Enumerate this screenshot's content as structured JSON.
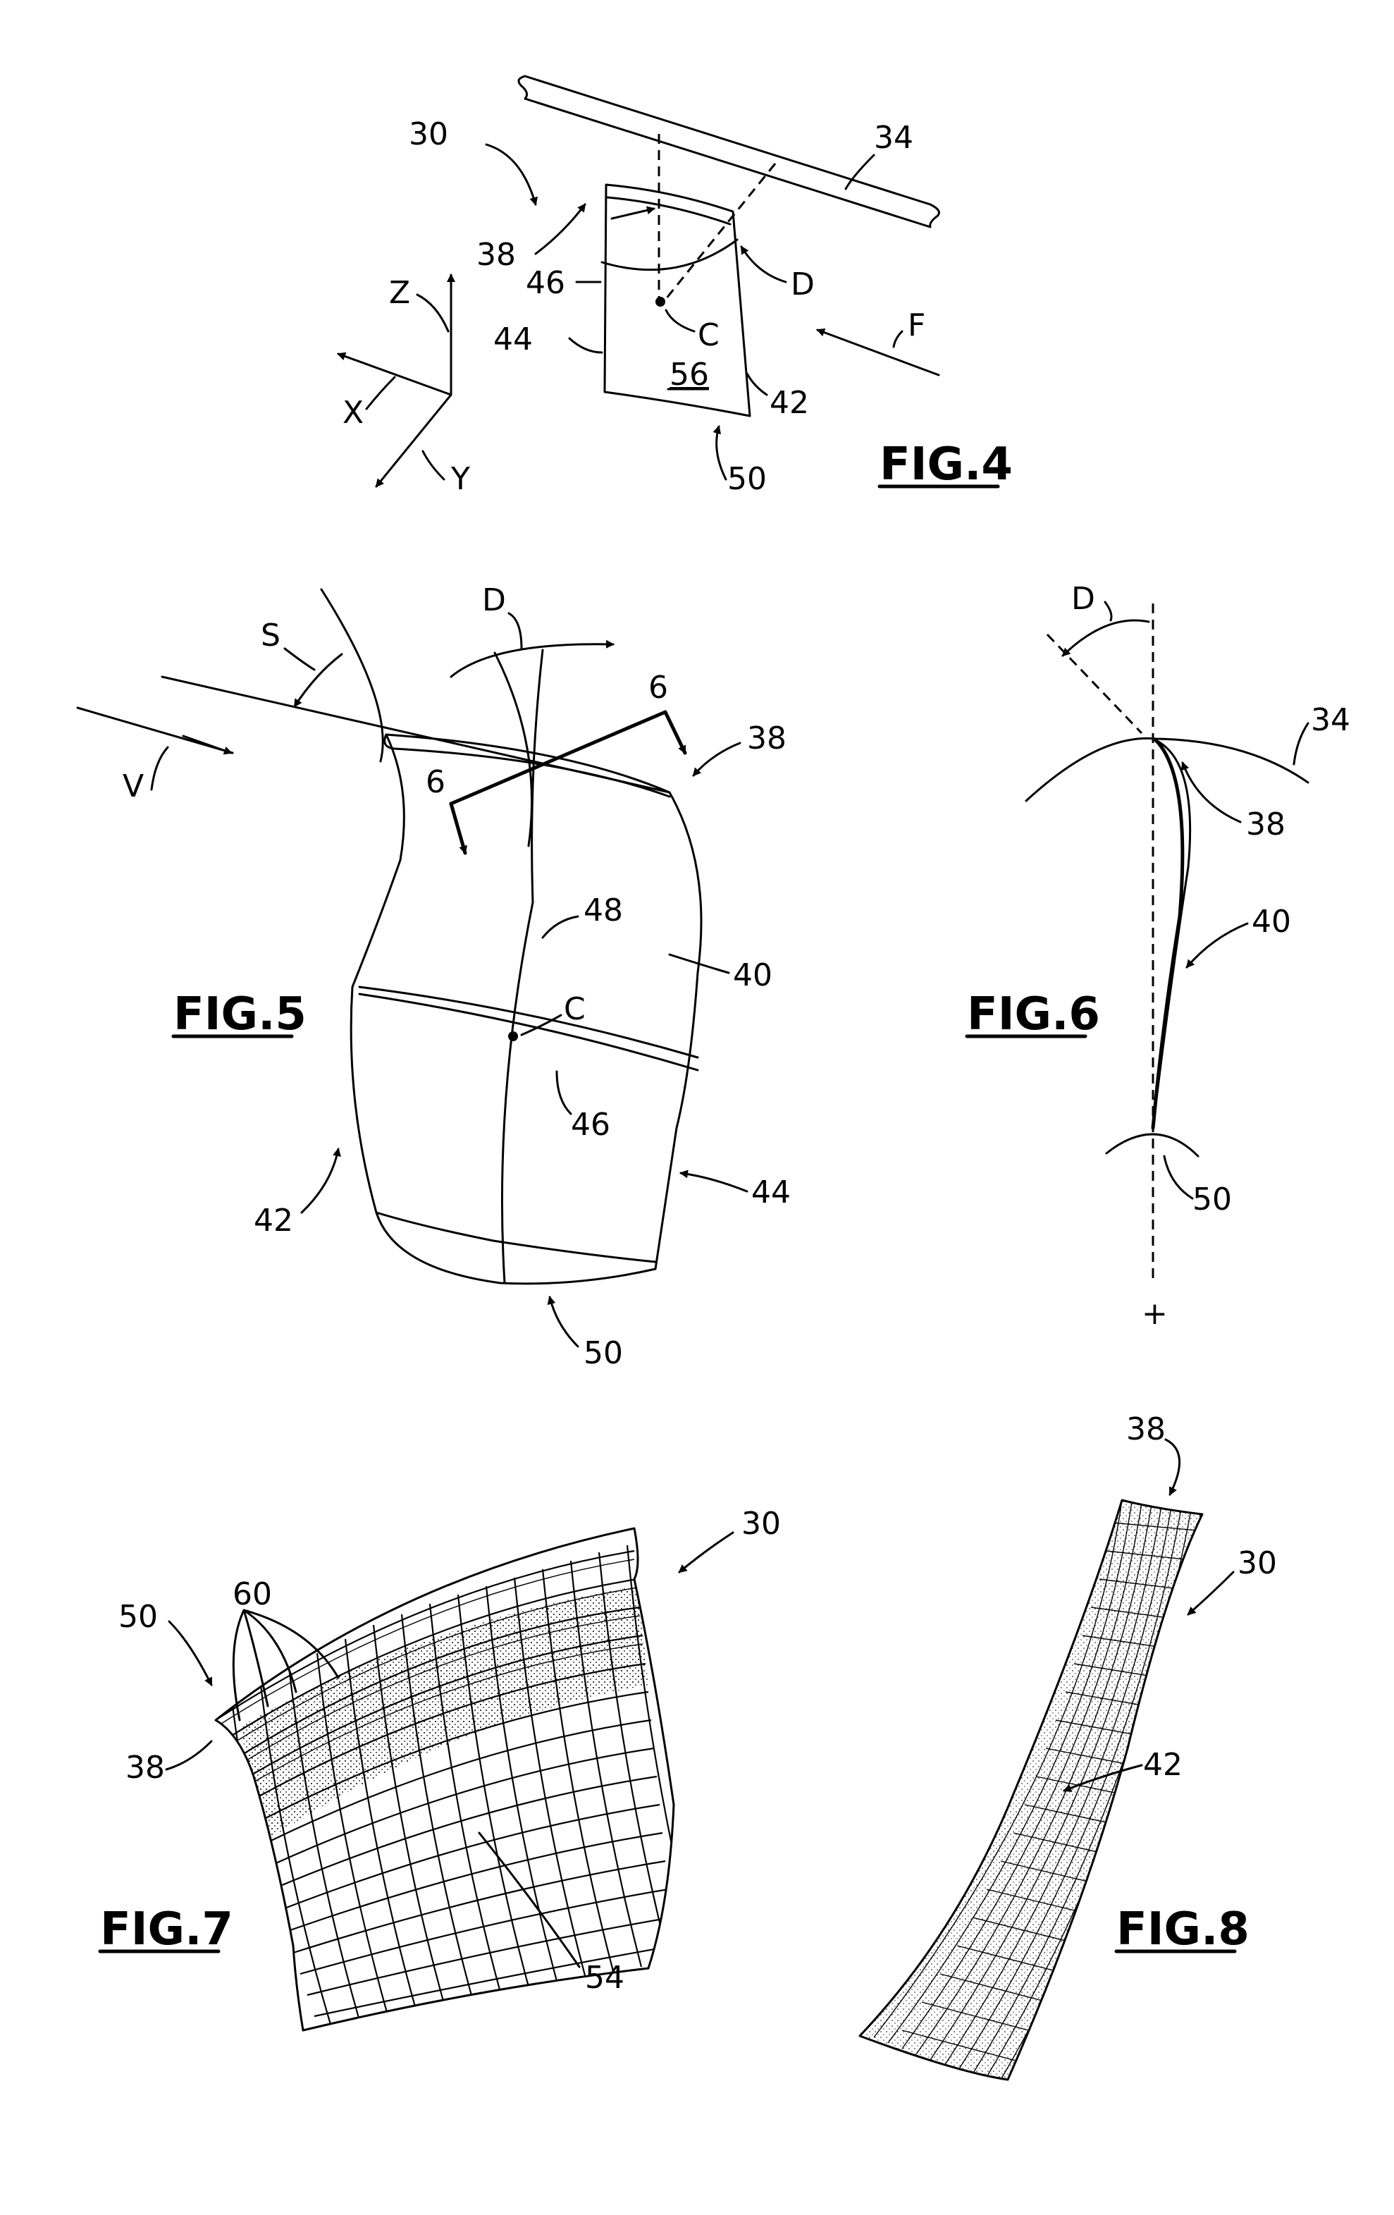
{
  "figures": {
    "fig4": {
      "title": "FIG.4",
      "labels": {
        "l30": "30",
        "l34": "34",
        "l38": "38",
        "l46": "46",
        "lD": "D",
        "lC": "C",
        "l44": "44",
        "l56": "56",
        "l42": "42",
        "l50": "50",
        "lF": "F",
        "lZ": "Z",
        "lX": "X",
        "lY": "Y"
      }
    },
    "fig5": {
      "title": "FIG.5",
      "labels": {
        "lS": "S",
        "lD": "D",
        "l6a": "6",
        "l6b": "6",
        "l38": "38",
        "lV": "V",
        "l48": "48",
        "l40": "40",
        "lC": "C",
        "l46": "46",
        "l42": "42",
        "l44": "44",
        "l50": "50"
      }
    },
    "fig6": {
      "title": "FIG.6",
      "labels": {
        "lD": "D",
        "l34": "34",
        "l38": "38",
        "l40": "40",
        "l50": "50",
        "lplus": "+"
      }
    },
    "fig7": {
      "title": "FIG.7",
      "labels": {
        "l30": "30",
        "l50": "50",
        "l60": "60",
        "l38": "38",
        "l54": "54"
      }
    },
    "fig8": {
      "title": "FIG.8",
      "labels": {
        "l38": "38",
        "l30": "30",
        "l42": "42"
      }
    }
  },
  "colors": {
    "ink": "#000000",
    "paper": "#ffffff"
  }
}
